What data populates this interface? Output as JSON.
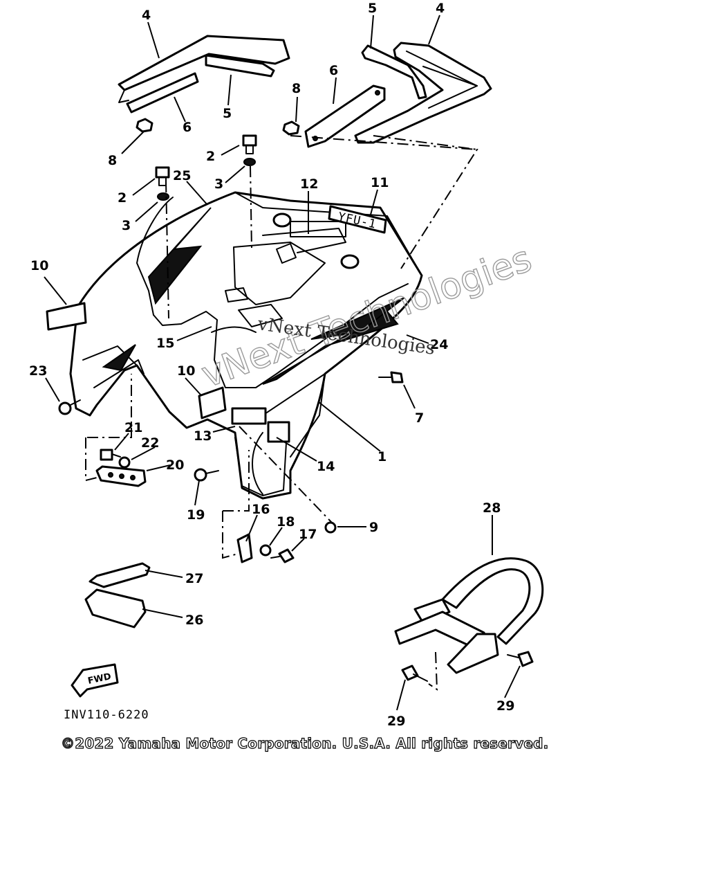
{
  "diagram": {
    "figure_code": "INV110-6220",
    "fwd_label": "FWD",
    "decal_text_11": "YFU-1",
    "watermark_outline": "vNext Technologies",
    "watermark_serif": "vNext Technologies",
    "copyright": "©2022 Yamaha Motor Corporation. U.S.A. All rights reserved.",
    "callouts": {
      "c4a": "4",
      "c5a": "5",
      "c6a": "6",
      "c8a": "8",
      "c5b": "5",
      "c4b": "4",
      "c6b": "6",
      "c8b": "8",
      "c2a": "2",
      "c3a": "3",
      "c2b": "2",
      "c3b": "3",
      "c25": "25",
      "c12": "12",
      "c11": "11",
      "c10a": "10",
      "c10b": "10",
      "c15": "15",
      "c24": "24",
      "c23": "23",
      "c7": "7",
      "c1": "1",
      "c13": "13",
      "c14": "14",
      "c21": "21",
      "c22": "22",
      "c20": "20",
      "c19": "19",
      "c16": "16",
      "c18": "18",
      "c17": "17",
      "c9": "9",
      "c27": "27",
      "c26": "26",
      "c28": "28",
      "c29a": "29",
      "c29b": "29"
    }
  }
}
